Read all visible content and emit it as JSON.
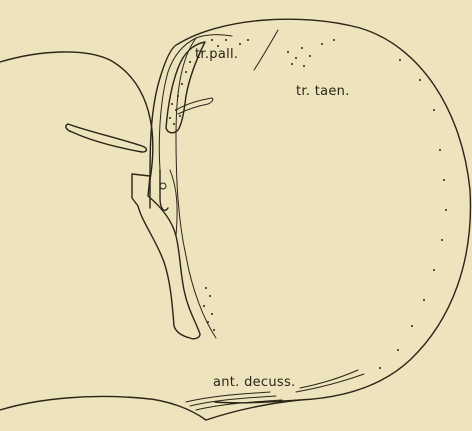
{
  "labels": {
    "tr_pall": "tr.pall.",
    "tr_taen": "tr. taen.",
    "ant_decuss": "ant. decuss."
  },
  "colors": {
    "background": "#ede3bc",
    "ink": "#2b2418"
  }
}
